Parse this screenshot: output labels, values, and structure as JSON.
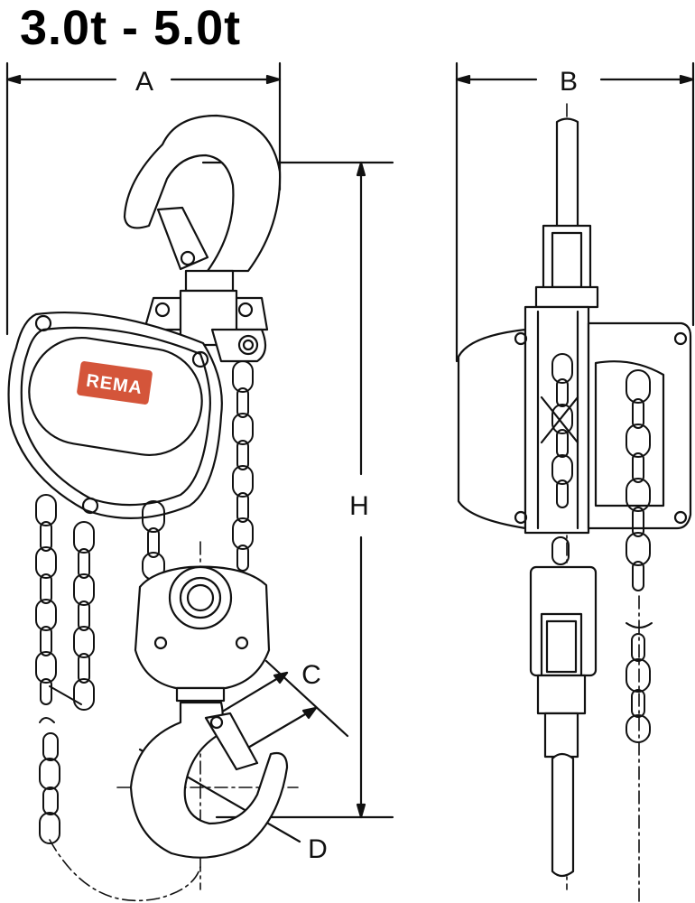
{
  "title": "3.0t - 5.0t",
  "brand": "REMA",
  "colors": {
    "brand_box": "#d4553a",
    "brand_text": "#ffffff",
    "line": "#111111",
    "background": "#ffffff"
  },
  "dimensions": {
    "a": "A",
    "b": "B",
    "c": "C",
    "d": "D",
    "h": "H"
  }
}
